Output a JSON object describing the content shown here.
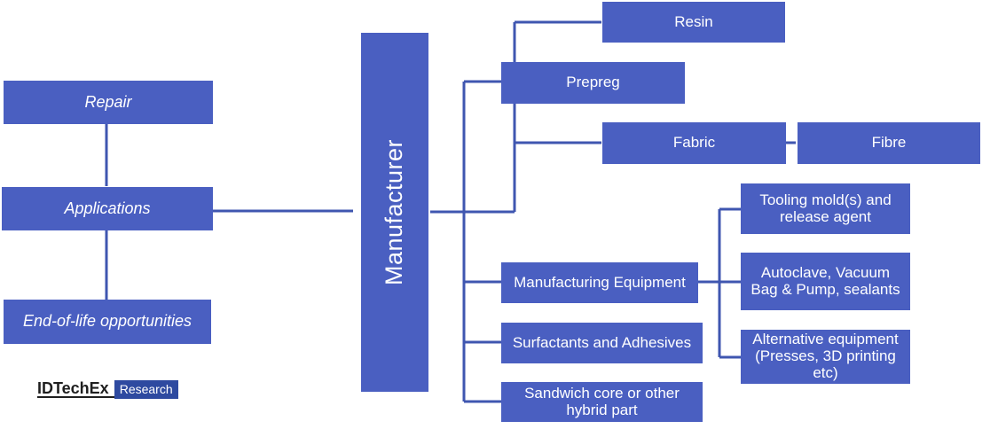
{
  "left": {
    "repair": "Repair",
    "applications": "Applications",
    "end_of_life": "End-of-life opportunities"
  },
  "center": {
    "manufacturer": "Manufacturer"
  },
  "right": {
    "resin": "Resin",
    "prepreg": "Prepreg",
    "fabric": "Fabric",
    "fibre": "Fibre",
    "manufacturing_equipment": "Manufacturing Equipment",
    "surfactants": "Surfactants and Adhesives",
    "sandwich_core": "Sandwich core or other\nhybrid part",
    "tooling": "Tooling mold(s) and\nrelease agent",
    "autoclave": "Autoclave, Vacuum\nBag & Pump, sealants",
    "alternative": "Alternative equipment\n(Presses, 3D printing\netc)"
  },
  "logo": {
    "brand": "IDTechEx",
    "tag": "Research"
  },
  "colors": {
    "box": "#4a5fc1",
    "line": "#3f56b0"
  }
}
